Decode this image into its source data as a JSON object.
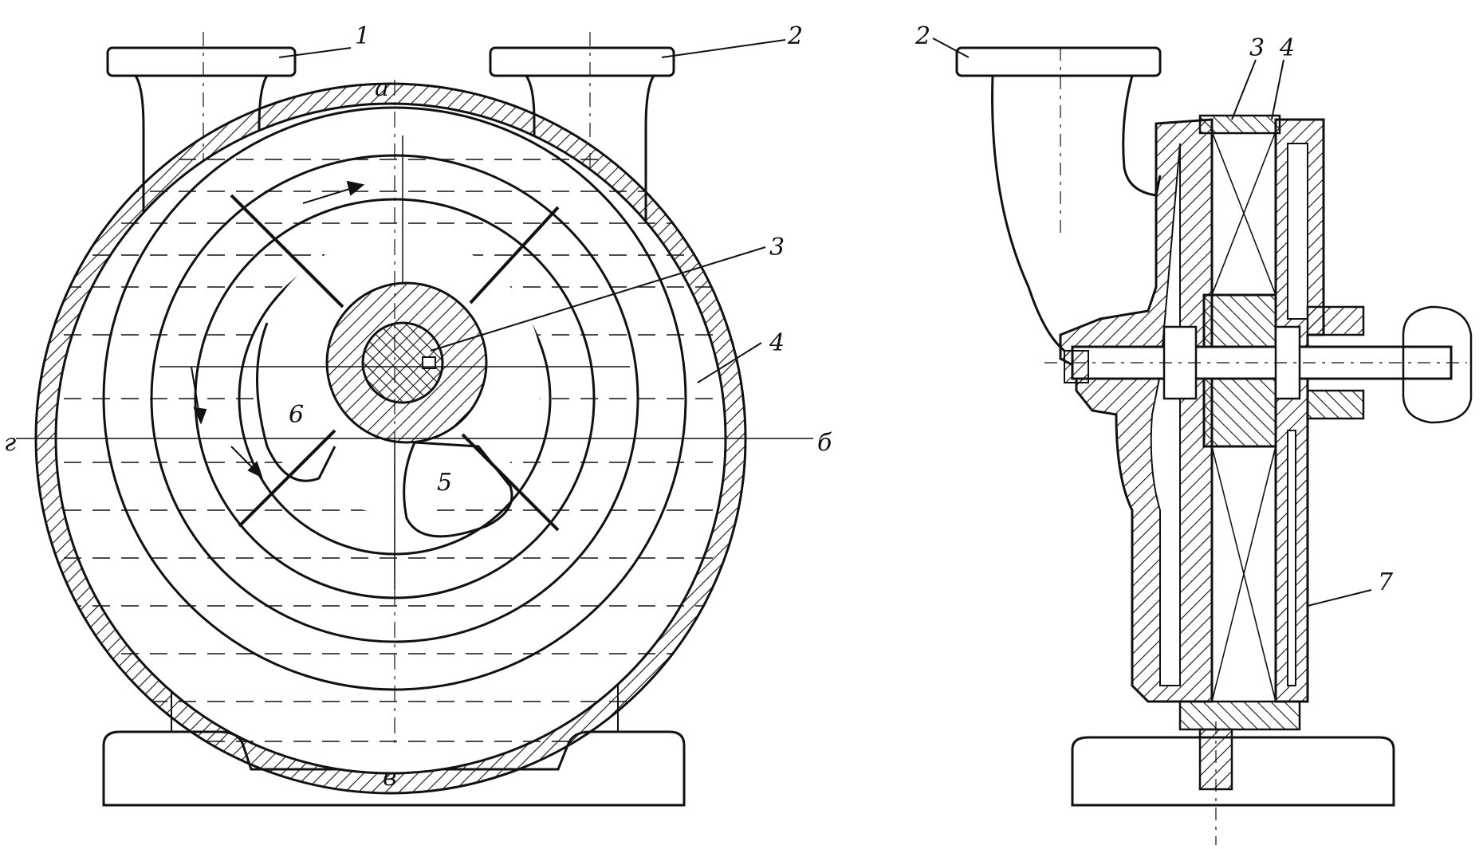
{
  "diagram": {
    "front_view": {
      "labels": {
        "flange_left": "1",
        "flange_right": "2",
        "top_point": "a",
        "bottom_point": "в",
        "left_point": "г",
        "right_point": "б",
        "shaft": "3",
        "casing": "4",
        "port_5": "5",
        "port_6": "6"
      }
    },
    "side_view": {
      "labels": {
        "flange": "2",
        "impeller": "3",
        "casing": "4",
        "side_cover": "7"
      }
    },
    "colors": {
      "ink": "#111111",
      "paper": "#ffffff"
    }
  }
}
